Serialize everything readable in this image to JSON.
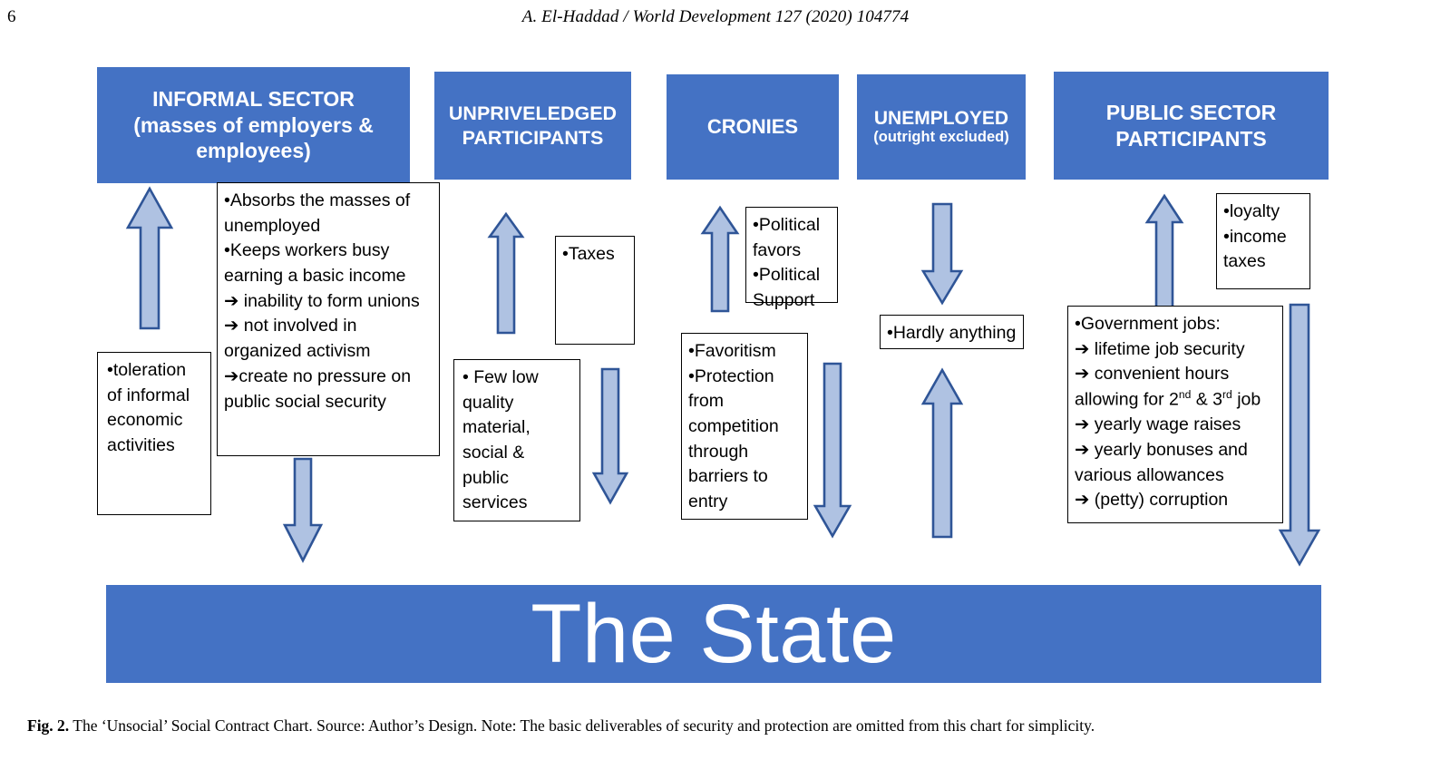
{
  "page": {
    "number": "6",
    "running_head": "A. El-Haddad / World Development 127 (2020) 104774"
  },
  "colors": {
    "header_blue": "#4472C4",
    "arrow_fill": "#AFC2E2",
    "arrow_stroke": "#2F5597",
    "box_border": "#000000",
    "text": "#000000"
  },
  "figure": {
    "state_bar_label": "The State",
    "caption_label": "Fig. 2.",
    "caption_text": "The ‘Unsocial’ Social Contract Chart. Source: Author’s Design. Note: The basic deliverables of security and protection are omitted from this chart for simplicity."
  },
  "columns": [
    {
      "id": "informal-sector",
      "header_line1": "INFORMAL SECTOR",
      "header_line2": "(masses of employers & employees)",
      "up_arrow_label": "up-arrow",
      "down_arrow_label": "down-arrow",
      "box_left": "•toleration of informal economic activities",
      "box_right": "•Absorbs the masses of unemployed\n•Keeps workers busy earning a basic income\n➔ inability to form unions\n➔ not involved in organized activism\n➔create no pressure on public social security"
    },
    {
      "id": "unpriveledged-participants",
      "header_line1": "UNPRIVELEDGED",
      "header_line2": "PARTICIPANTS",
      "up_arrow_label": "up-arrow",
      "down_arrow_label": "down-arrow",
      "box_top_right": "•Taxes",
      "box_bottom_left": "• Few low quality material, social & public services"
    },
    {
      "id": "cronies",
      "header_line1": "CRONIES",
      "header_line2": "",
      "up_arrow_label": "up-arrow",
      "down_arrow_label": "down-arrow",
      "box_top_right": "•Political favors\n•Political Support",
      "box_bottom_left": "•Favoritism\n•Protection from competition through barriers to entry"
    },
    {
      "id": "unemployed",
      "header_line1": "UNEMPLOYED",
      "header_line2": "(outright excluded)",
      "down_arrow_label": "down-arrow",
      "up_arrow_label": "up-arrow",
      "box_middle": "•Hardly anything"
    },
    {
      "id": "public-sector-participants",
      "header_line1": "PUBLIC SECTOR",
      "header_line2": "PARTICIPANTS",
      "up_arrow_label": "up-arrow",
      "down_arrow_label": "down-arrow",
      "box_top_right": "•loyalty\n•income taxes",
      "box_main_prefix": "•Government jobs:\n➔ lifetime job security\n➔ convenient hours allowing for 2",
      "box_main_sup1": "nd",
      "box_main_mid": " & 3",
      "box_main_sup2": "rd",
      "box_main_suffix": " job\n➔ yearly wage raises\n➔ yearly bonuses and various allowances\n➔ (petty) corruption"
    }
  ]
}
